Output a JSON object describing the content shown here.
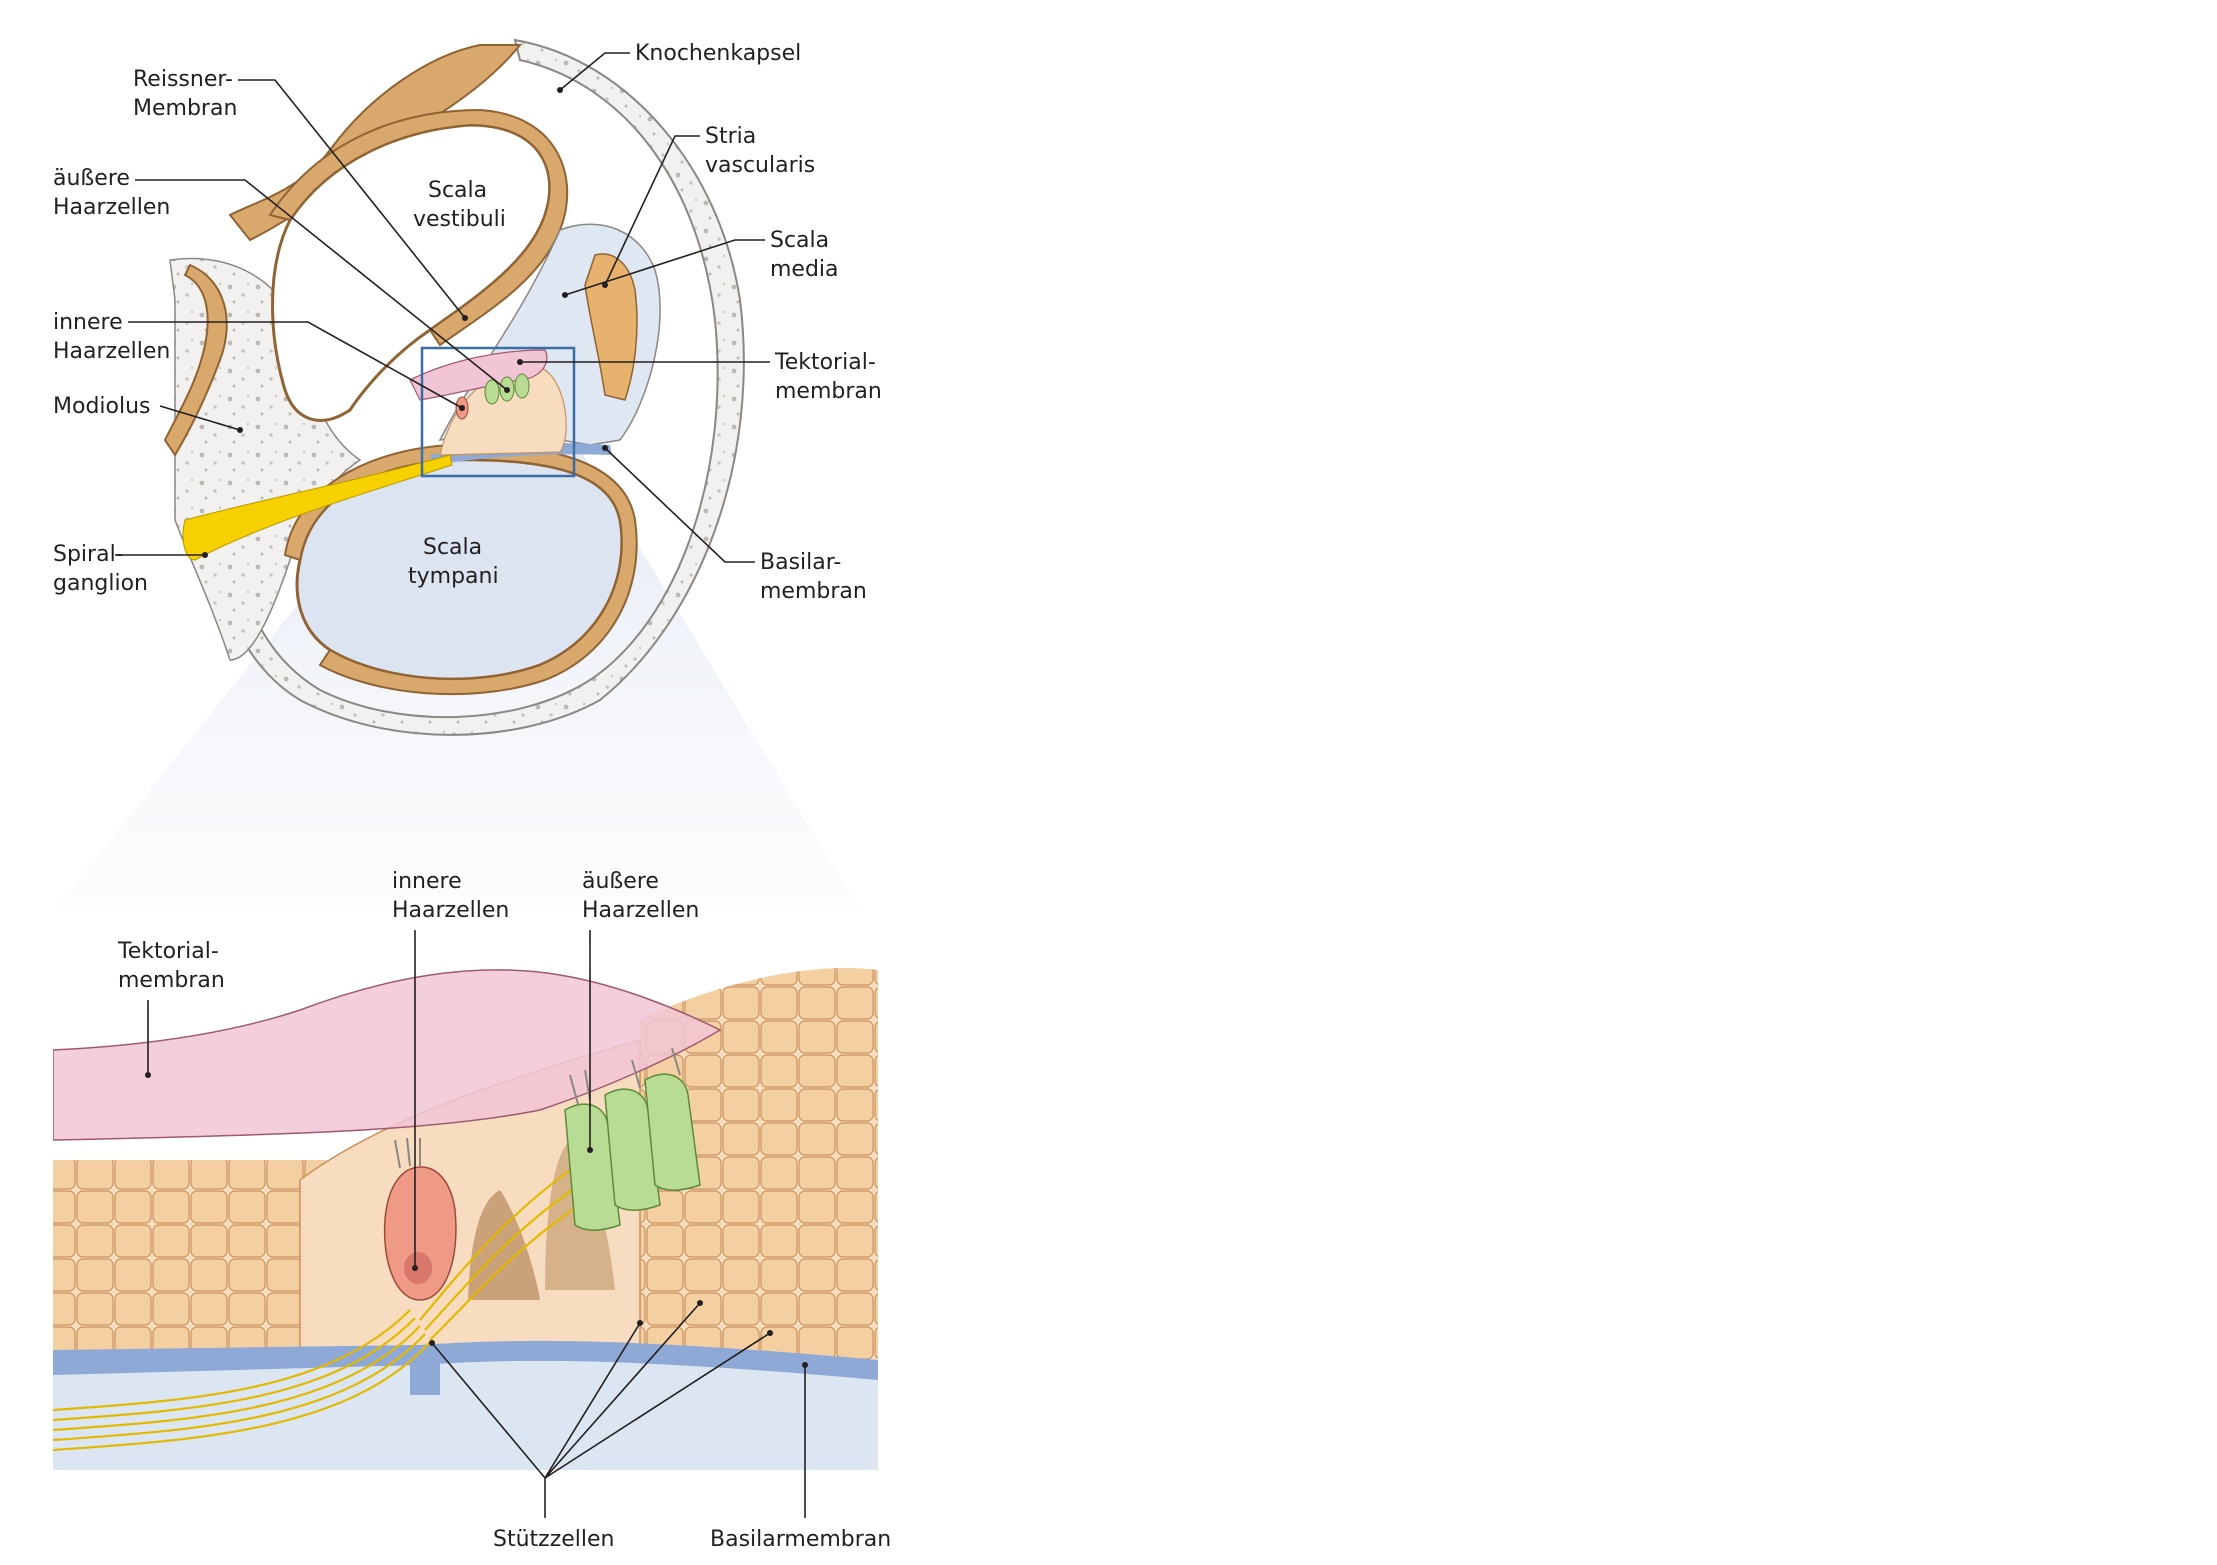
{
  "top_diagram": {
    "labels": {
      "knochenkapsel": "Knochenkapsel",
      "reissner_1": "Reissner-",
      "reissner_2": "Membran",
      "aeussere_1": "äußere",
      "aeussere_2": "Haarzellen",
      "innere_1": "innere",
      "innere_2": "Haarzellen",
      "modiolus": "Modiolus",
      "spiral_1": "Spiral-",
      "spiral_2": "ganglion",
      "stria_1": "Stria",
      "stria_2": "vascularis",
      "scala_media_1": "Scala",
      "scala_media_2": "media",
      "tektorial_1": "Tektorial-",
      "tektorial_2": "membran",
      "basilar_1": "Basilar-",
      "basilar_2": "membran",
      "scala_vestibuli_1": "Scala",
      "scala_vestibuli_2": "vestibuli",
      "scala_tympani_1": "Scala",
      "scala_tympani_2": "tympani"
    }
  },
  "bottom_diagram": {
    "labels": {
      "innere_1": "innere",
      "innere_2": "Haarzellen",
      "aeussere_1": "äußere",
      "aeussere_2": "Haarzellen",
      "tektorial_1": "Tektorial-",
      "tektorial_2": "membran",
      "stuetzzellen": "Stützzellen",
      "basilarmembran": "Basilarmembran"
    }
  },
  "colors": {
    "bone": "#f2f1ef",
    "brown_wall": "#d9a86c",
    "brown_dark": "#b98547",
    "scala_light": "#dde4f1",
    "basilar_blue": "#8fa9d6",
    "tectorial_pink": "#f1c5d6",
    "inner_hair_cell": "#ef9a86",
    "outer_hair_cell": "#b9dc94",
    "nerve_yellow": "#f7d000",
    "support_cell": "#f7dcbf",
    "focus_box": "#3a6ea5"
  }
}
